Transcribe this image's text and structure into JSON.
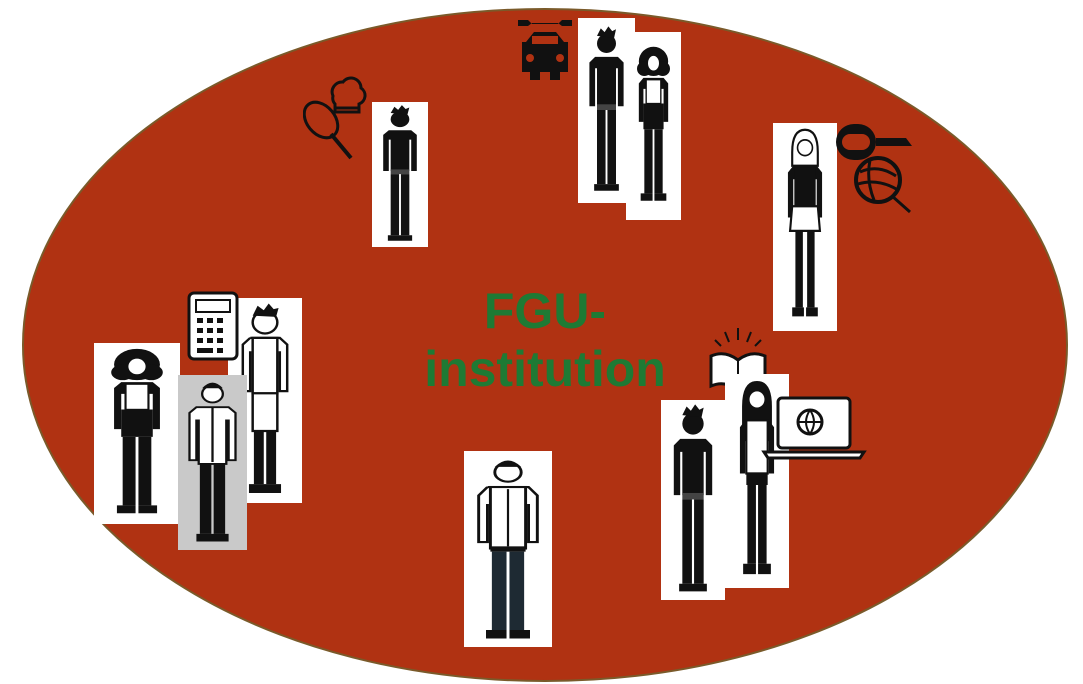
{
  "diagram": {
    "center_label_line1": "FGU-",
    "center_label_line2": "institution"
  },
  "colors": {
    "ellipse_fill": "#b03212",
    "ellipse_stroke": "#7a5a2a",
    "label_color": "#1e7a34",
    "silhouette": "#111111",
    "card_background": "#ffffff"
  },
  "groups": [
    {
      "name": "mechanics",
      "icon": "car-wrench-icon",
      "people": [
        "young man",
        "woman with curly hair"
      ]
    },
    {
      "name": "cooking",
      "icon": "chef-hat-whisk-icon",
      "people": [
        "young man"
      ]
    },
    {
      "name": "textile",
      "icon": "tape-measure-yarn-icon",
      "people": [
        "young woman"
      ]
    },
    {
      "name": "accounting",
      "icon": "calculator-icon",
      "people": [
        "woman with curly hair",
        "young man",
        "man in jacket"
      ]
    },
    {
      "name": "it-and-reading",
      "icon": "book-laptop-icon",
      "people": [
        "young man",
        "young woman"
      ]
    },
    {
      "name": "center",
      "icon": "",
      "people": [
        "man in shirt"
      ]
    }
  ]
}
